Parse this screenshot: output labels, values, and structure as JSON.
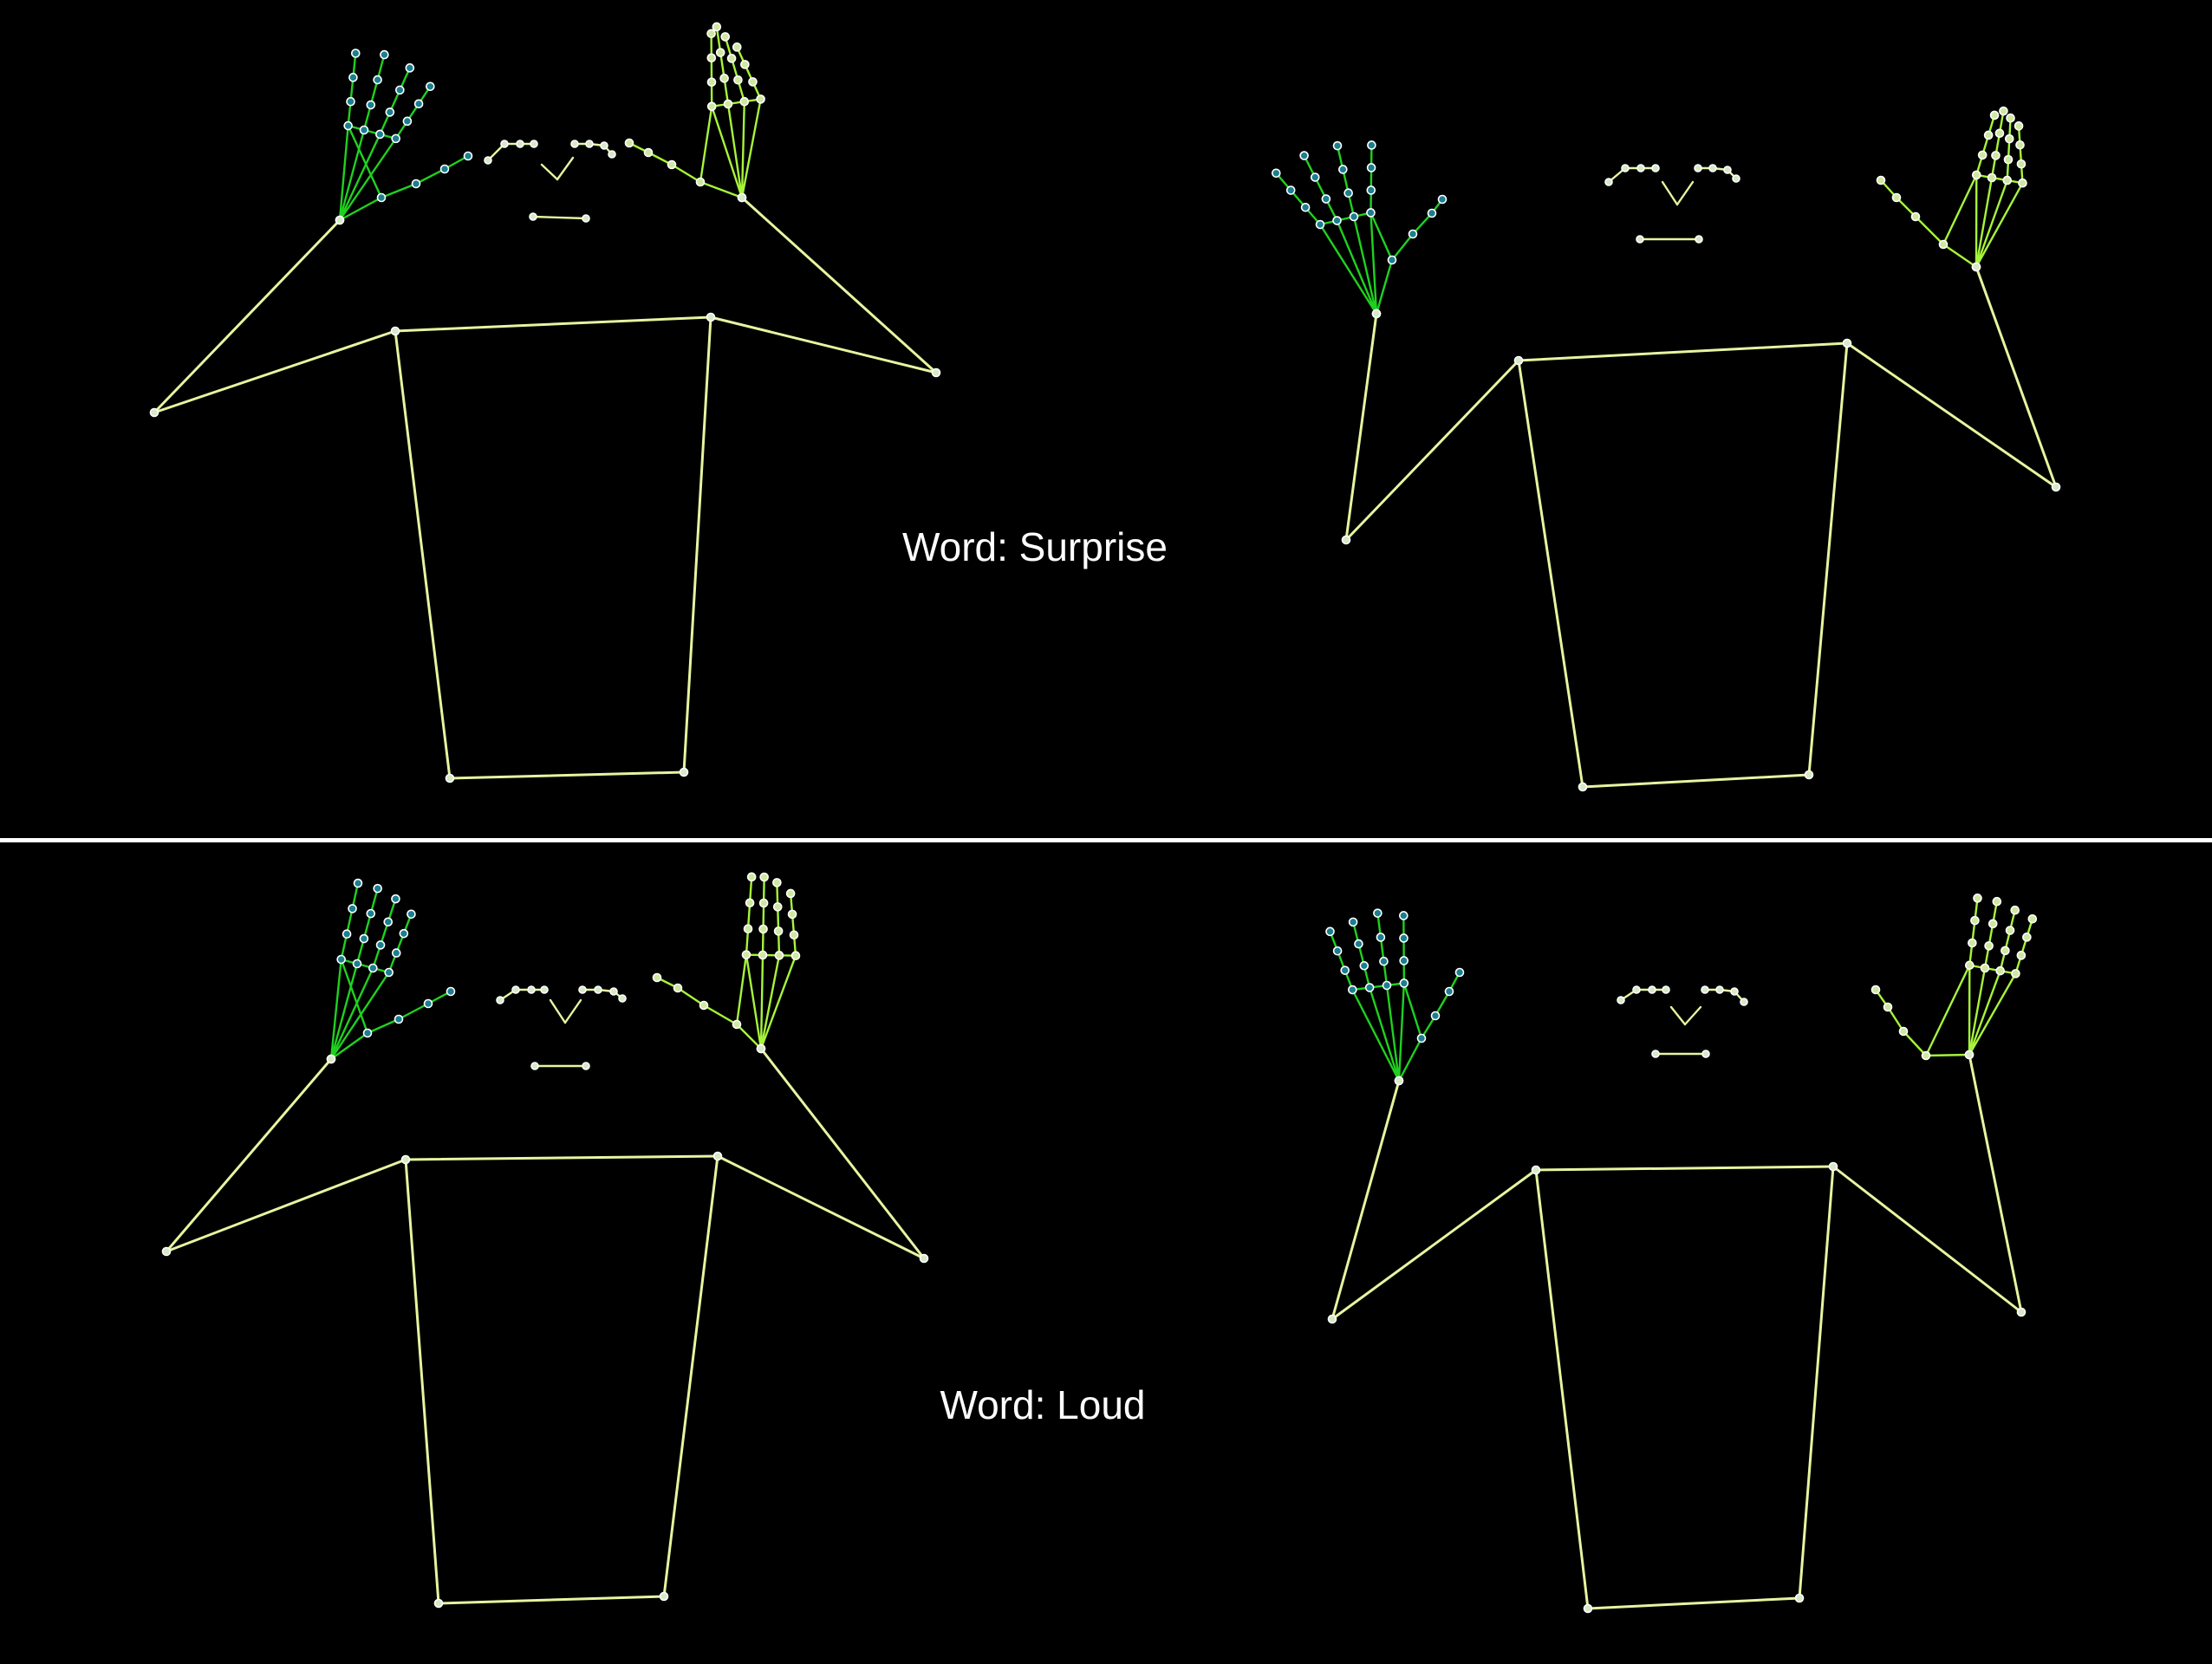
{
  "panels": [
    {
      "id": "surprise",
      "label": "Word: Surprise"
    },
    {
      "id": "loud",
      "label": "Word: Loud"
    }
  ],
  "colors": {
    "background": "#000000",
    "body_line": "#e6f5a0",
    "left_hand_line": "#1fd11f",
    "left_hand_joint": "#1a7f8f",
    "right_hand_line": "#a6f53a",
    "right_hand_joint": "#cfe8a0",
    "joint_outline": "#ffffff",
    "divider": "#ffffff"
  }
}
